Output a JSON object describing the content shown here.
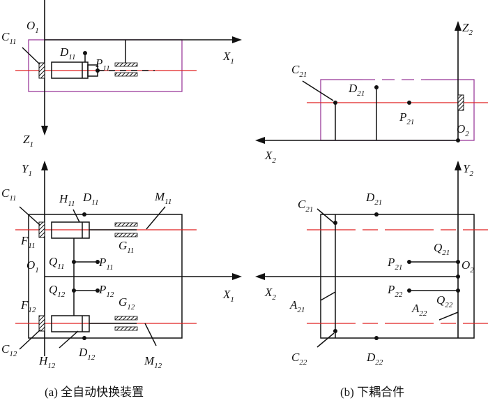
{
  "labels": {
    "O1": [
      "O",
      "1"
    ],
    "X1": [
      "X",
      "1"
    ],
    "Z1": [
      "Z",
      "1"
    ],
    "Y1": [
      "Y",
      "1"
    ],
    "C11": [
      "C",
      "11"
    ],
    "D11": [
      "D",
      "11"
    ],
    "P11": [
      "P",
      "11"
    ],
    "H11": [
      "H",
      "11"
    ],
    "M11": [
      "M",
      "11"
    ],
    "F11": [
      "F",
      "11"
    ],
    "Q11": [
      "Q",
      "11"
    ],
    "G11": [
      "G",
      "11"
    ],
    "Q12": [
      "Q",
      "12"
    ],
    "P12": [
      "P",
      "12"
    ],
    "G12": [
      "G",
      "12"
    ],
    "F12": [
      "F",
      "12"
    ],
    "C12": [
      "C",
      "12"
    ],
    "H12": [
      "H",
      "12"
    ],
    "D12": [
      "D",
      "12"
    ],
    "M12": [
      "M",
      "12"
    ],
    "Z2": [
      "Z",
      "2"
    ],
    "C21": [
      "C",
      "21"
    ],
    "D21": [
      "D",
      "21"
    ],
    "P21": [
      "P",
      "21"
    ],
    "O2": [
      "O",
      "2"
    ],
    "X2": [
      "X",
      "2"
    ],
    "Y2": [
      "Y",
      "2"
    ],
    "Q21": [
      "Q",
      "21"
    ],
    "P22": [
      "P",
      "22"
    ],
    "A21": [
      "A",
      "21"
    ],
    "Q22": [
      "Q",
      "22"
    ],
    "A22": [
      "A",
      "22"
    ],
    "C22": [
      "C",
      "22"
    ],
    "D22": [
      "D",
      "22"
    ]
  },
  "captions": {
    "a": "(a) 全自动快换装置",
    "b": "(b) 下耦合件"
  },
  "colors": {
    "line": "#111111",
    "center_line": "#e02020",
    "envelope": "#9a3b9a"
  }
}
